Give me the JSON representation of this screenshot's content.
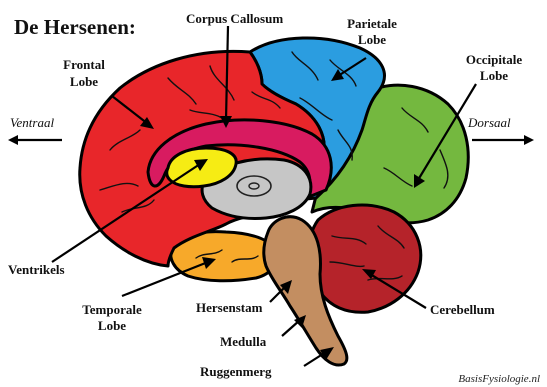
{
  "title": "De Hersenen:",
  "labels": {
    "corpus_callosum": "Corpus Callosum",
    "parietale_1": "Parietale",
    "parietale_2": "Lobe",
    "frontal_1": "Frontal",
    "frontal_2": "Lobe",
    "occipitale_1": "Occipitale",
    "occipitale_2": "Lobe",
    "ventraal": "Ventraal",
    "dorsaal": "Dorsaal",
    "ventrikels": "Ventrikels",
    "temporale_1": "Temporale",
    "temporale_2": "Lobe",
    "hersenstam": "Hersenstam",
    "cerebellum": "Cerebellum",
    "medulla": "Medulla",
    "ruggenmerg": "Ruggenmerg"
  },
  "credit": "BasisFysiologie.nl",
  "colors": {
    "frontal": "#e8262a",
    "parietal": "#2b9de0",
    "occipital": "#74b83f",
    "temporal": "#f7a92a",
    "cerebellum": "#b5232a",
    "brainstem": "#c38e61",
    "corpus_callosum": "#d81b60",
    "ventricle": "#f6ec14",
    "center": "#c6c6c6"
  }
}
